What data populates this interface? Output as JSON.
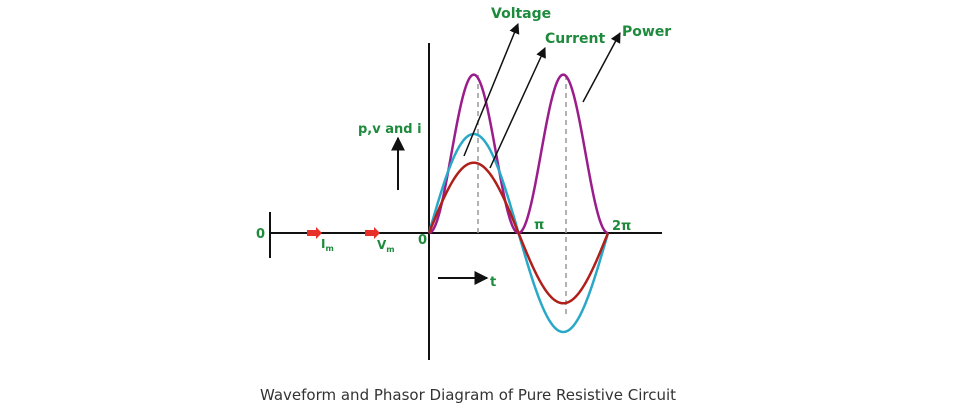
{
  "labels": {
    "voltage": "Voltage",
    "current": "Current",
    "power": "Power",
    "y_axis": "p,v and i",
    "origin": "0",
    "phasor_origin": "0",
    "pi": "π",
    "two_pi": "2π",
    "time": "t",
    "im_base": "I",
    "im_sub": "m",
    "vm_base": "V",
    "vm_sub": "m"
  },
  "caption": "Waveform and Phasor Diagram of Pure Resistive Circuit",
  "waveforms": {
    "voltage": {
      "shape": "sine",
      "relative_amplitude": 1.0,
      "color": "#29a8c8"
    },
    "current": {
      "shape": "sine",
      "relative_amplitude": 0.71,
      "color": "#b0201a"
    },
    "power": {
      "shape": "sine-squared",
      "relative_amplitude": 1.6,
      "color": "#9b1d8c"
    }
  },
  "colors": {
    "label_green": "#1e8a3c",
    "phasor_red": "#e8302a",
    "axis": "#111111",
    "guide": "#999999"
  }
}
